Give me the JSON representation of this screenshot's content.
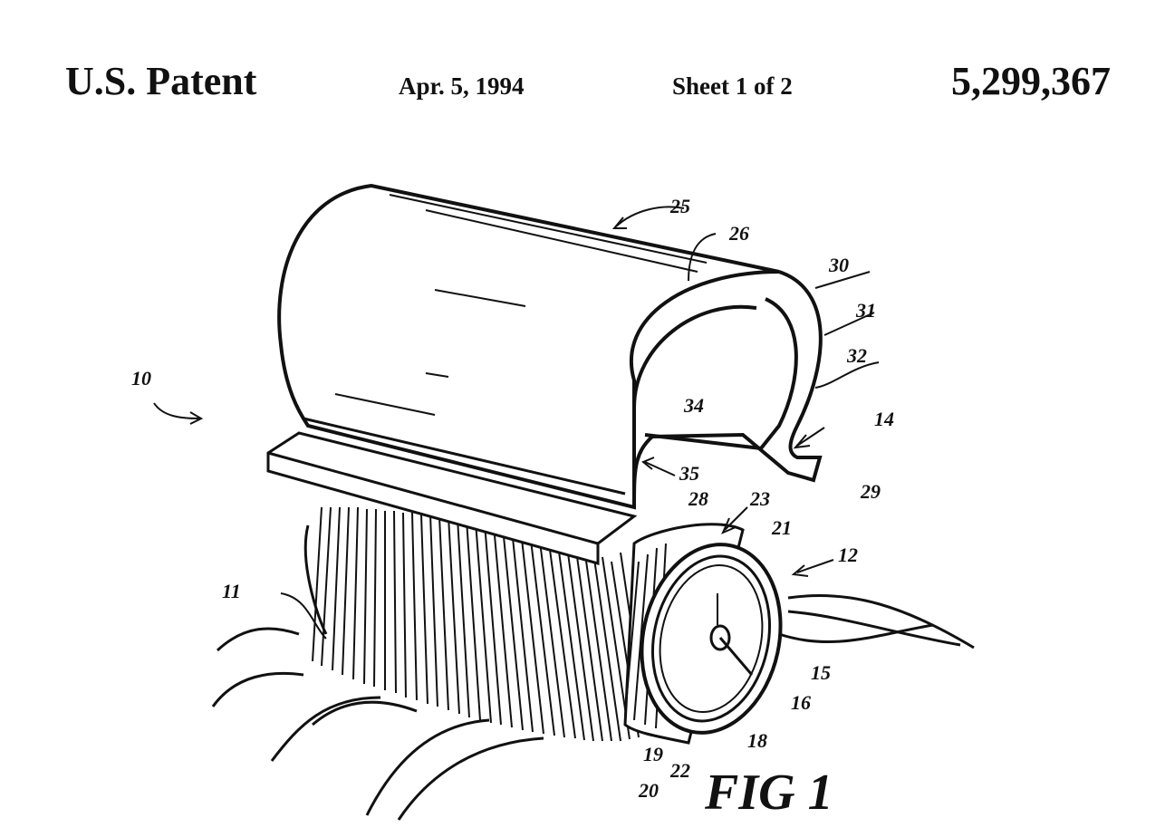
{
  "header": {
    "title": "U.S. Patent",
    "date": "Apr. 5, 1994",
    "sheet": "Sheet 1 of 2",
    "patent_number": "5,299,367"
  },
  "figure": {
    "caption": "FIG 1",
    "reference_numerals": [
      "10",
      "11",
      "12",
      "14",
      "15",
      "16",
      "18",
      "19",
      "20",
      "21",
      "22",
      "23",
      "25",
      "26",
      "28",
      "29",
      "30",
      "31",
      "32",
      "34",
      "35"
    ]
  }
}
